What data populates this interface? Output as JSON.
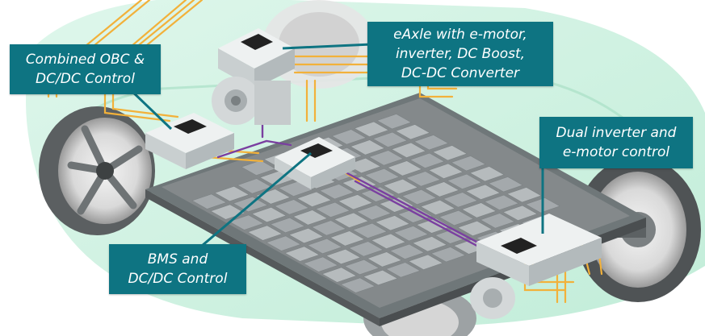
{
  "callouts": {
    "obc": {
      "line1": "Combined OBC &",
      "line2": "DC/DC Control"
    },
    "eaxle": {
      "line1": "eAxle with e-motor,",
      "line2": "inverter, DC Boost,",
      "line3": "DC-DC Converter"
    },
    "dual": {
      "line1": "Dual inverter and",
      "line2": "e-motor control"
    },
    "bms": {
      "line1": "BMS and",
      "line2": "DC/DC Control"
    }
  },
  "colors": {
    "callout_bg": "#0e7482",
    "callout_text": "#ffffff",
    "car_body": "#c8f0dd",
    "chassis": "#6f7779",
    "battery_cell": "#9aa0a3",
    "harness_orange": "#f2b13a",
    "harness_purple": "#7a3fa0",
    "chip": "#222222"
  },
  "icons": [
    "ecu-chip-icon",
    "battery-cell-icon",
    "wheel-icon",
    "wiring-harness-icon",
    "motor-housing-icon"
  ]
}
